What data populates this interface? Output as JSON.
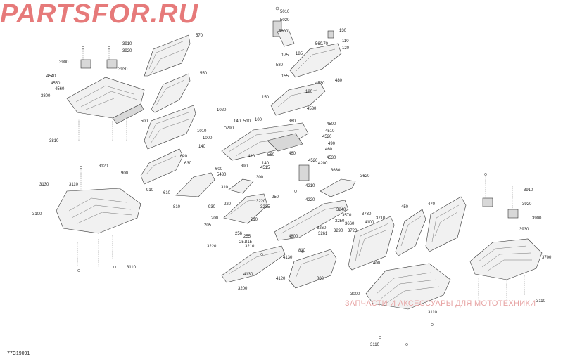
{
  "diagram": {
    "reference_code": "77C19091",
    "watermark": {
      "tagline": "ЗАПЧАСТИ И АКСЕССУАРЫ ДЛЯ МОТОТЕХНИКИ",
      "logo_text": "PARTSFOR.RU",
      "color": "#e05a5a"
    },
    "labels": [
      "5010",
      "5020",
      "5800",
      "130",
      "110",
      "120",
      "560",
      "170",
      "185",
      "175",
      "580",
      "3910",
      "3920",
      "3900",
      "3930",
      "570",
      "550",
      "155",
      "180",
      "4530",
      "480",
      "4540",
      "4550",
      "4560",
      "3800",
      "150",
      "4530",
      "500",
      "1020",
      "140",
      "510",
      "1010",
      "290",
      "100",
      "380",
      "4500",
      "1000",
      "4510",
      "4520",
      "490",
      "460",
      "3810",
      "140",
      "460",
      "4530",
      "620",
      "4520",
      "4200",
      "630",
      "900",
      "560",
      "140",
      "410",
      "390",
      "3120",
      "600",
      "5430",
      "4515",
      "3630",
      "3620",
      "3130",
      "910",
      "300",
      "4210",
      "310",
      "610",
      "810",
      "930",
      "220",
      "3220",
      "3225",
      "4220",
      "3100",
      "205",
      "200",
      "250",
      "3240",
      "3570",
      "3660",
      "3730",
      "3710",
      "450",
      "470",
      "3910",
      "3920",
      "3900",
      "3930",
      "256",
      "255",
      "257",
      "210",
      "4100",
      "3250",
      "3260",
      "4800",
      "3290",
      "3261",
      "3720",
      "315",
      "3210",
      "3220",
      "810",
      "4130",
      "3700",
      "400",
      "4130",
      "4120",
      "800",
      "3200",
      "3000",
      "3110",
      "3110",
      "3110",
      "3110",
      "3110"
    ]
  }
}
